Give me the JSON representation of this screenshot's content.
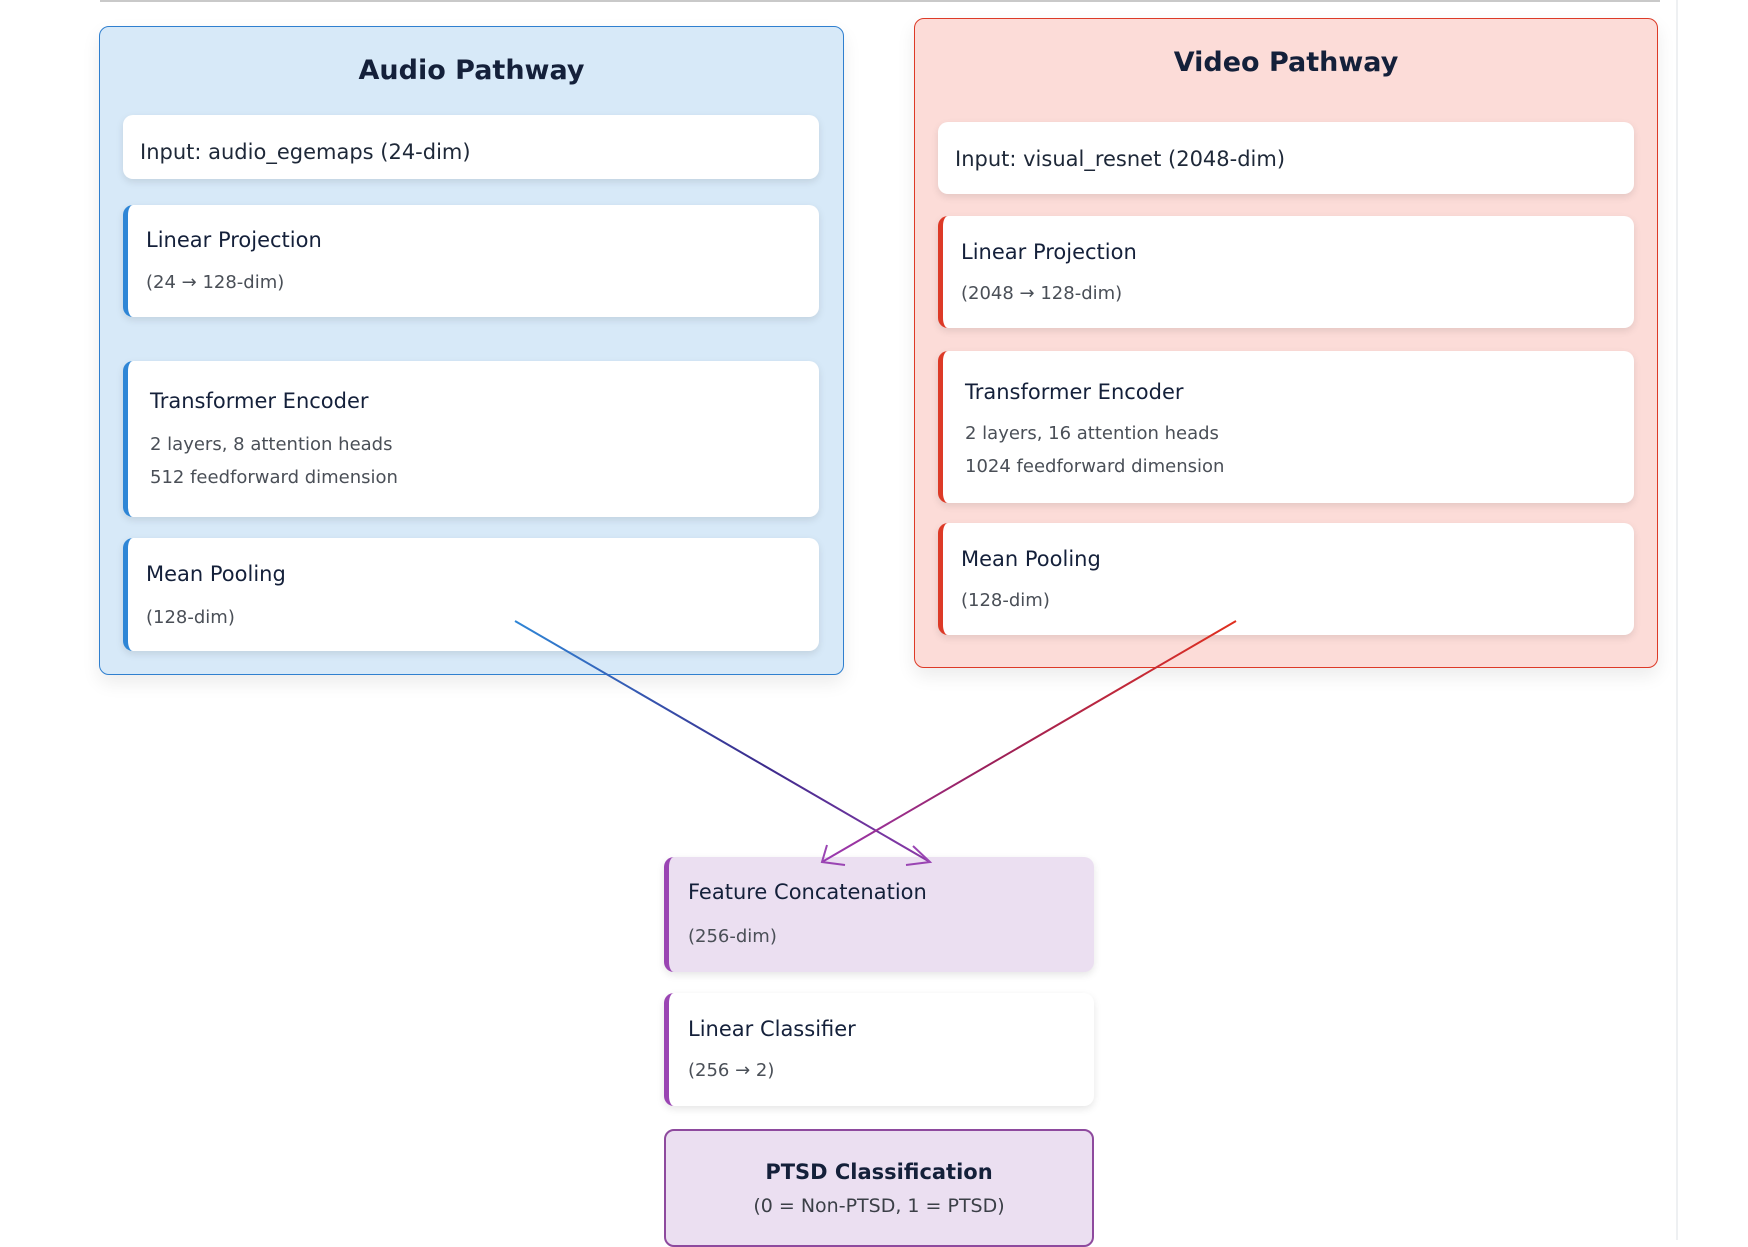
{
  "audio": {
    "title": "Audio Pathway",
    "input": "Input: audio_egemaps (24-dim)",
    "linear_projection": {
      "title": "Linear Projection",
      "detail": "(24 → 128-dim)"
    },
    "transformer": {
      "title": "Transformer Encoder",
      "line1": "2 layers, 8 attention heads",
      "line2": "512 feedforward dimension"
    },
    "pooling": {
      "title": "Mean Pooling",
      "detail": "(128-dim)"
    },
    "color": "#2f86d6"
  },
  "video": {
    "title": "Video Pathway",
    "input": "Input: visual_resnet (2048-dim)",
    "linear_projection": {
      "title": "Linear Projection",
      "detail": "(2048 → 128-dim)"
    },
    "transformer": {
      "title": "Transformer Encoder",
      "line1": "2 layers, 16 attention heads",
      "line2": "1024 feedforward dimension"
    },
    "pooling": {
      "title": "Mean Pooling",
      "detail": "(128-dim)"
    },
    "color": "#dd3a27"
  },
  "fusion": {
    "concat": {
      "title": "Feature Concatenation",
      "detail": "(256-dim)"
    },
    "classifier": {
      "title": "Linear Classifier",
      "detail": "(256 → 2)"
    },
    "output": {
      "title": "PTSD Classification",
      "detail": "(0 = Non-PTSD, 1 = PTSD)"
    },
    "color": "#9a45b3"
  }
}
